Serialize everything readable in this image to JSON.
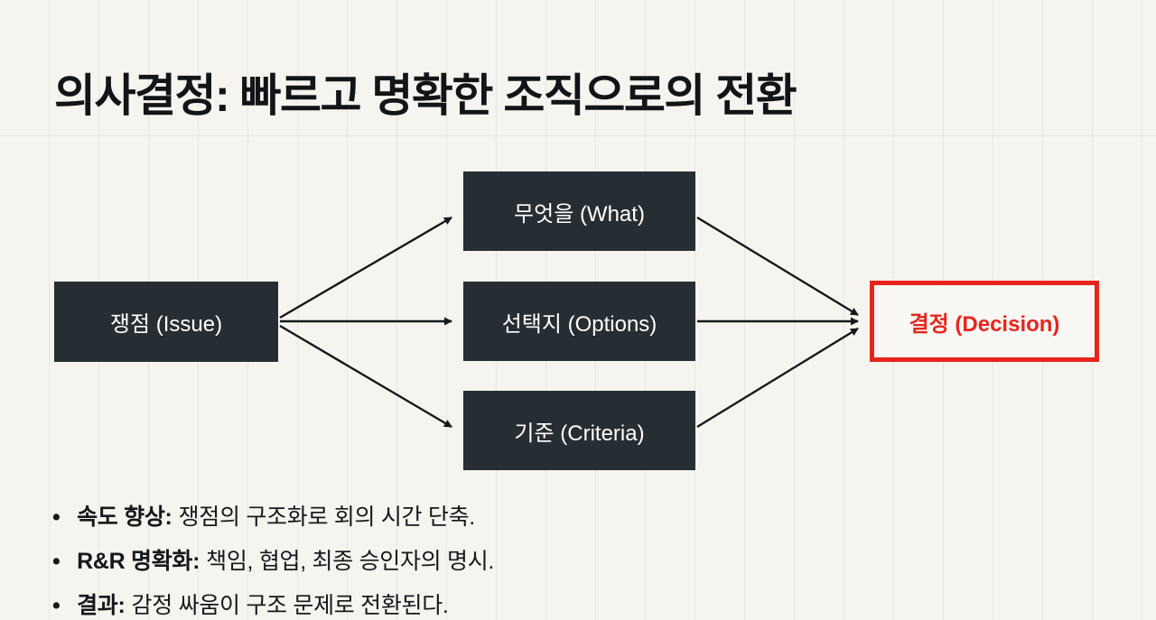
{
  "title": "의사결정: 빠르고 명확한 조직으로의 전환",
  "diagram": {
    "issue": "쟁점 (Issue)",
    "what": "무엇을 (What)",
    "options": "선택지 (Options)",
    "criteria": "기준 (Criteria)",
    "decision": "결정 (Decision)"
  },
  "bullets": [
    {
      "label": "속도 향상:",
      "text": "쟁점의 구조화로 회의 시간 단축."
    },
    {
      "label": "R&R 명확화:",
      "text": "책임, 협업, 최종 승인자의 명시."
    },
    {
      "label": "결과:",
      "text": "감정 싸움이 구조 문제로 전환된다."
    }
  ],
  "colors": {
    "background": "#f6f4ef",
    "node_dark": "#272e33",
    "decision_red": "#e8251d",
    "arrow_black": "#15181b",
    "title_text": "#121417"
  }
}
